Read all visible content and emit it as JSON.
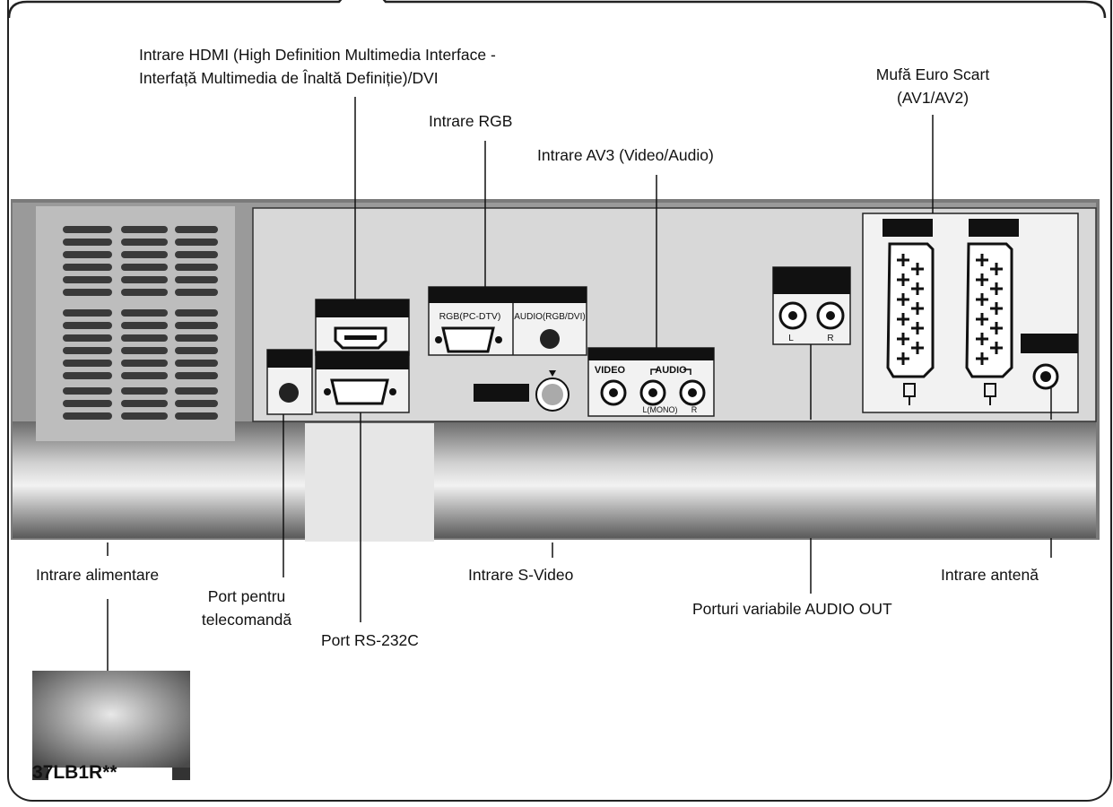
{
  "labels": {
    "hdmi_line1": "Intrare HDMI (High Definition Multimedia Interface -",
    "hdmi_line2": "Interfață Multimedia de Înaltă Definiție)/DVI",
    "rgb_input": "Intrare RGB",
    "av3_input": "Intrare AV3 (Video/Audio)",
    "scart_line1": "Mufă Euro Scart",
    "scart_line2": "(AV1/AV2)",
    "power_input": "Intrare alimentare",
    "remote_line1": "Port pentru",
    "remote_line2": "telecomandă",
    "rs232_port": "Port RS-232C",
    "svideo_input": "Intrare S-Video",
    "audio_out": "Porturi variabile AUDIO OUT",
    "antenna_input": "Intrare antenă"
  },
  "panel": {
    "rgb_pc_dtv": "RGB(PC-DTV)",
    "audio_rgb_dvi": "AUDIO(RGB/DVI)",
    "video": "VIDEO",
    "audio": "AUDIO",
    "l_mono": "L(MONO)",
    "r": "R",
    "out_l": "L",
    "out_r": "R"
  },
  "model": "37LB1R**"
}
